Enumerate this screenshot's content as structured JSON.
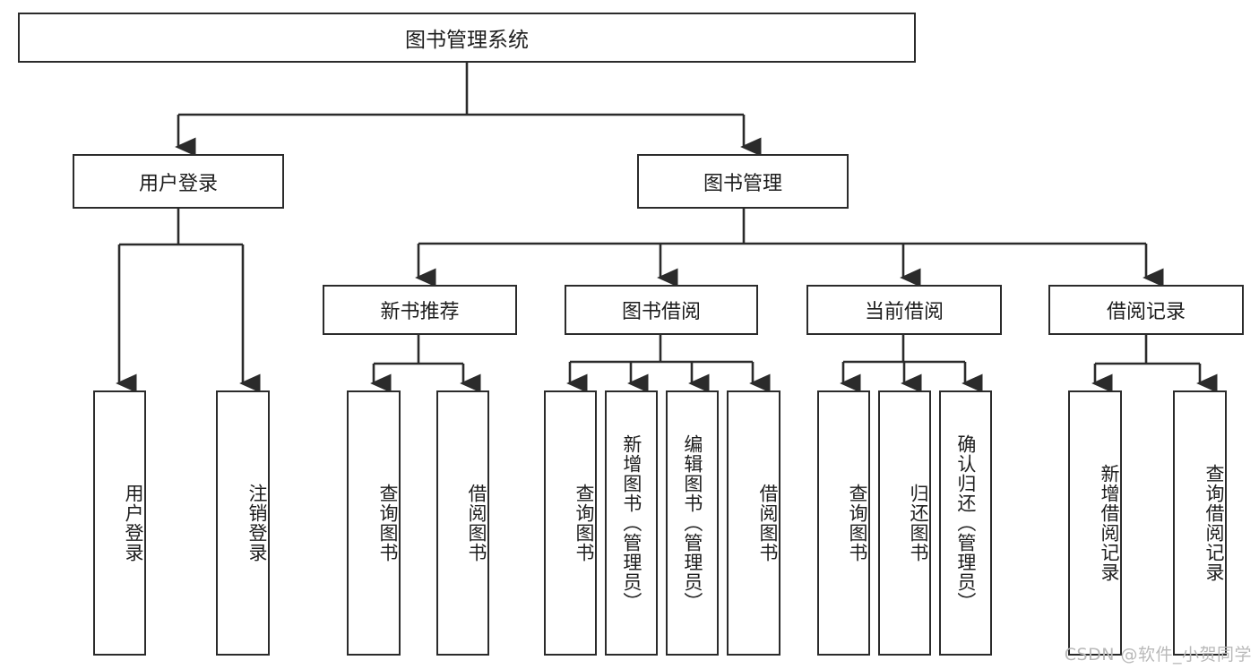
{
  "diagram": {
    "title": "图书管理系统",
    "watermark": "CSDN @软件_小贺同学",
    "line_color": "#2b2b2b",
    "box_border_color": "#2b2b2b",
    "box_fill_color": "#ffffff",
    "text_color": "#1d1d1d",
    "watermark_color": "#b9b9b9",
    "root": {
      "label": "图书管理系统"
    },
    "level2": [
      {
        "label": "用户登录"
      },
      {
        "label": "图书管理"
      }
    ],
    "level3": [
      {
        "label": "新书推荐"
      },
      {
        "label": "图书借阅"
      },
      {
        "label": "当前借阅"
      },
      {
        "label": "借阅记录"
      }
    ],
    "leaves": [
      {
        "label": "用户登录"
      },
      {
        "label": "注销登录"
      },
      {
        "label": "查询图书"
      },
      {
        "label": "借阅图书"
      },
      {
        "label": "查询图书"
      },
      {
        "label": "新增图书（管理员）"
      },
      {
        "label": "编辑图书（管理员）"
      },
      {
        "label": "借阅图书"
      },
      {
        "label": "查询图书"
      },
      {
        "label": "归还图书"
      },
      {
        "label": "确认归还（管理员）"
      },
      {
        "label": "新增借阅记录"
      },
      {
        "label": "查询借阅记录"
      }
    ]
  }
}
